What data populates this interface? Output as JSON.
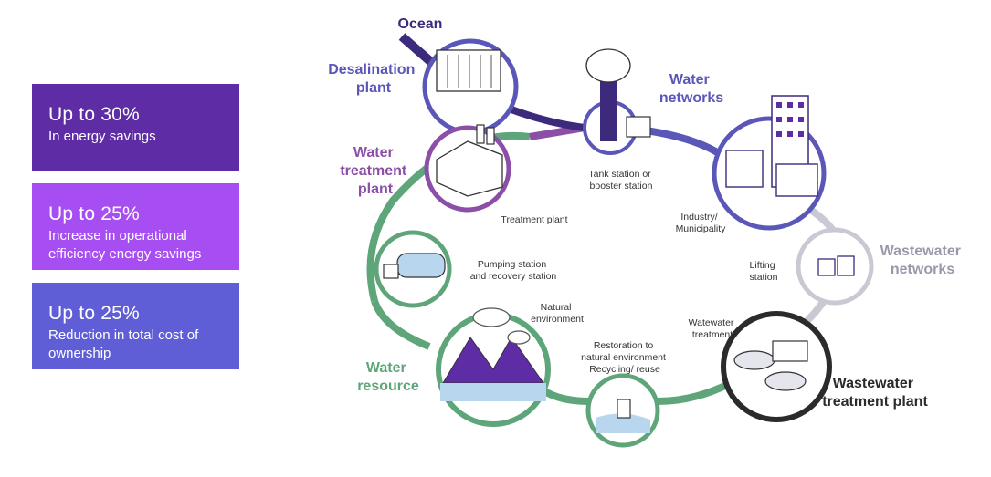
{
  "stats": [
    {
      "value": "Up to 30%",
      "description": "In energy savings",
      "color": "#5e2ca5"
    },
    {
      "value": "Up to 25%",
      "description": "Increase in operational efficiency energy savings",
      "color": "#a74ef2"
    },
    {
      "value": "Up to 25%",
      "description": "Reduction in total cost of ownership",
      "color": "#5f5ed6"
    }
  ],
  "nodes": {
    "ocean": "Ocean",
    "desalination": [
      "Desalination",
      "plant"
    ],
    "water_networks": [
      "Water",
      "networks"
    ],
    "water_treatment": [
      "Water",
      "treatment",
      "plant"
    ],
    "wastewater_networks": [
      "Wastewater",
      "networks"
    ],
    "wastewater_treatment": [
      "Wastewater",
      "treatment plant"
    ],
    "water_resource": [
      "Water",
      "resource"
    ]
  },
  "annotations": {
    "tank_station": [
      "Tank station or",
      "booster station"
    ],
    "treatment_plant": "Treatment plant",
    "industry": [
      "Industry/",
      "Municipality"
    ],
    "pumping_station": [
      "Pumping station",
      "and recovery station"
    ],
    "lifting_station": [
      "Lifting",
      "station"
    ],
    "natural_environment": [
      "Natural",
      "environment"
    ],
    "watewater_treatment": [
      "Watewater",
      "treatment"
    ],
    "restoration": [
      "Restoration to",
      "natural environment",
      "Recycling/ reuse"
    ]
  },
  "colors": {
    "dark_purple": "#3d2a7c",
    "desal_blue": "#5a57b8",
    "treatment_purple": "#8b4fa7",
    "resource_green": "#5fa57a",
    "grey": "#c9c9d4",
    "dark": "#2b2b2b"
  }
}
